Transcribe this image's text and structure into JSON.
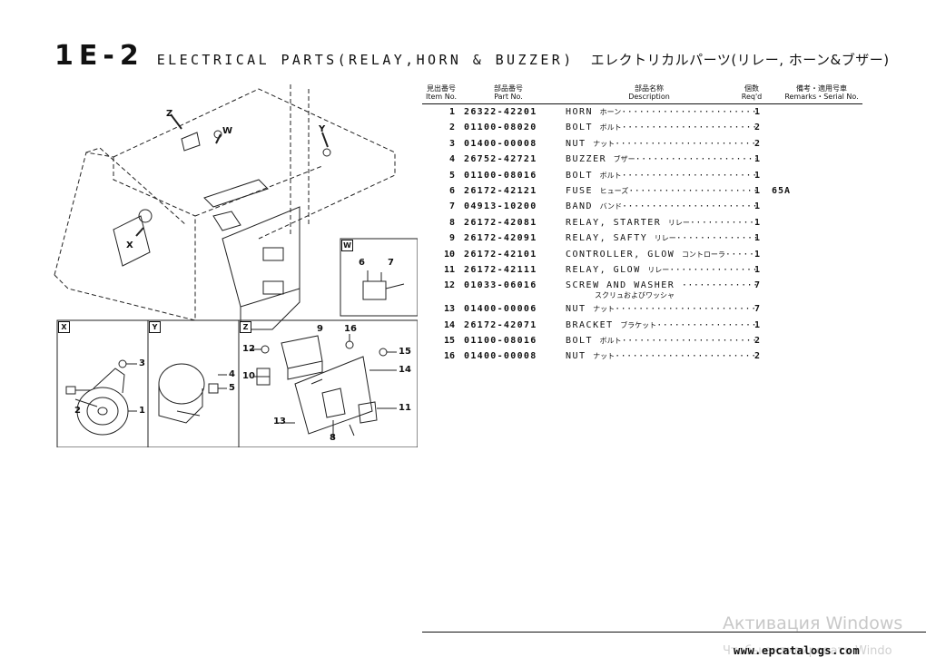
{
  "header": {
    "code": "1E-2",
    "title_en": "ELECTRICAL PARTS(RELAY,HORN & BUZZER)",
    "title_jp": "エレクトリカルパーツ(リレー, ホーン&ブザー)"
  },
  "drawing": {
    "view_markers": [
      "Z",
      "W",
      "Y",
      "X"
    ],
    "detail_tags": [
      "W",
      "X",
      "Y",
      "Z"
    ],
    "callouts": [
      "1",
      "2",
      "3",
      "4",
      "5",
      "6",
      "7",
      "8",
      "9",
      "10",
      "11",
      "12",
      "13",
      "14",
      "15",
      "16"
    ]
  },
  "columns": {
    "item_jp": "見出番号",
    "item_en": "Item No.",
    "part_jp": "部品番号",
    "part_en": "Part No.",
    "desc_jp": "部品名称",
    "desc_en": "Description",
    "req_jp": "個数",
    "req_en": "Req'd",
    "remarks_jp": "備考・適用号車",
    "remarks_en": "Remarks・Serial No."
  },
  "parts": [
    {
      "item": "1",
      "part": "26322-42201",
      "desc": "HORN",
      "jp": "ホーン",
      "qty": "1",
      "remarks": ""
    },
    {
      "item": "2",
      "part": "01100-08020",
      "desc": "BOLT",
      "jp": "ボルト",
      "qty": "2",
      "remarks": ""
    },
    {
      "item": "3",
      "part": "01400-00008",
      "desc": "NUT",
      "jp": "ナット",
      "qty": "2",
      "remarks": ""
    },
    {
      "item": "4",
      "part": "26752-42721",
      "desc": "BUZZER",
      "jp": "ブザー",
      "qty": "1",
      "remarks": ""
    },
    {
      "item": "5",
      "part": "01100-08016",
      "desc": "BOLT",
      "jp": "ボルト",
      "qty": "1",
      "remarks": ""
    },
    {
      "item": "6",
      "part": "26172-42121",
      "desc": "FUSE",
      "jp": "ヒューズ",
      "qty": "1",
      "remarks": "65A"
    },
    {
      "item": "7",
      "part": "04913-10200",
      "desc": "BAND",
      "jp": "バンド",
      "qty": "1",
      "remarks": ""
    },
    {
      "item": "8",
      "part": "26172-42081",
      "desc": "RELAY, STARTER",
      "jp": "リレー",
      "qty": "1",
      "remarks": ""
    },
    {
      "item": "9",
      "part": "26172-42091",
      "desc": "RELAY, SAFTY",
      "jp": "リレー",
      "qty": "1",
      "remarks": ""
    },
    {
      "item": "10",
      "part": "26172-42101",
      "desc": "CONTROLLER, GLOW",
      "jp": "コントローラ",
      "qty": "1",
      "remarks": ""
    },
    {
      "item": "11",
      "part": "26172-42111",
      "desc": "RELAY, GLOW",
      "jp": "リレー",
      "qty": "1",
      "remarks": ""
    },
    {
      "item": "12",
      "part": "01033-06016",
      "desc": "SCREW AND WASHER",
      "jp": "",
      "sub": "スクリュおよびワッシャ",
      "qty": "7",
      "remarks": ""
    },
    {
      "item": "13",
      "part": "01400-00006",
      "desc": "NUT",
      "jp": "ナット",
      "qty": "7",
      "remarks": ""
    },
    {
      "item": "14",
      "part": "26172-42071",
      "desc": "BRACKET",
      "jp": "ブラケット",
      "qty": "1",
      "remarks": ""
    },
    {
      "item": "15",
      "part": "01100-08016",
      "desc": "BOLT",
      "jp": "ボルト",
      "qty": "2",
      "remarks": ""
    },
    {
      "item": "16",
      "part": "01400-00008",
      "desc": "NUT",
      "jp": "ナット",
      "qty": "2",
      "remarks": ""
    }
  ],
  "footer": {
    "url": "www.epcatalogs.com",
    "watermark_line1": "Активация Windows",
    "watermark_line2": "Чтобы активировать Windo"
  }
}
